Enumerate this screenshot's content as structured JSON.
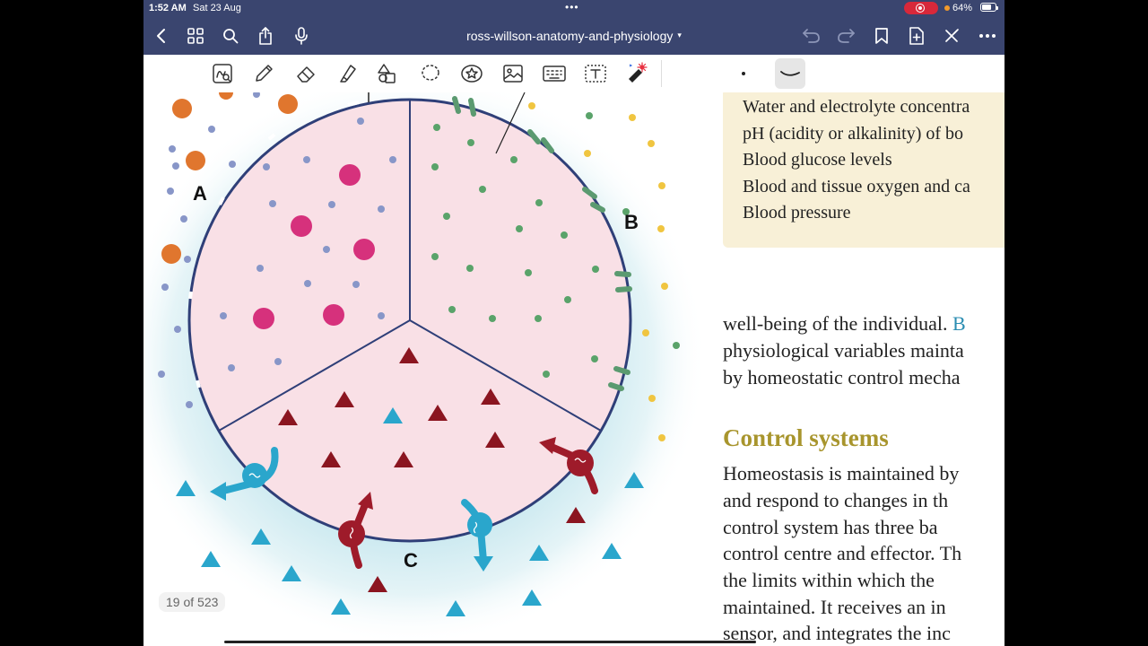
{
  "status_bar": {
    "time": "1:52 AM",
    "date": "Sat 23 Aug",
    "battery_percent": "64%",
    "recording_color": "#d8283a"
  },
  "nav": {
    "document_title": "ross-willson-anatomy-and-physiology",
    "icons": [
      "back-icon",
      "thumbnail-grid-icon",
      "search-icon",
      "share-icon",
      "microphone-icon",
      "undo-icon",
      "redo-icon",
      "bookmark-icon",
      "add-page-icon",
      "close-tools-icon",
      "more-icon"
    ]
  },
  "toolbar": {
    "tools": [
      "lasso-text-tool",
      "pen-tool",
      "eraser-tool",
      "highlighter-tool",
      "shapes-tool",
      "lasso-tool",
      "sticker-tool",
      "image-tool",
      "keyboard-tool",
      "text-box-tool",
      "laser-pointer-tool"
    ],
    "stroke_options": [
      "small-dot",
      "curve-stroke"
    ]
  },
  "figure": {
    "labels": {
      "a": "A",
      "b": "B",
      "c": "C"
    },
    "colors": {
      "compartment_fill": "#f9e0e6",
      "membrane": "#2f3f78",
      "magenta_molecule": "#d6317c",
      "orange_molecule": "#e0762e",
      "green_molecule": "#5aa36a",
      "yellow_molecule": "#f0c540",
      "dark_red_triangle": "#8b1520",
      "cyan_triangle": "#2aa6cc",
      "pump_red": "#9e1b2a",
      "pump_blue": "#2aa6cc"
    }
  },
  "page_indicator": "19 of 523",
  "info_box": {
    "items": [
      "Water and electrolyte concentra",
      "pH (acidity or alkalinity) of bo",
      "Blood glucose levels",
      "Blood and tissue oxygen and ca",
      "Blood pressure"
    ]
  },
  "body": {
    "para1_line1_start": "well-being of the individual.",
    "para1_line1_link": "B",
    "para1_line2": "physiological variables mainta",
    "para1_line3": "by homeostatic control mecha",
    "heading": "Control systems",
    "para2_lines": [
      "Homeostasis is maintained by",
      "and respond to changes in th",
      "control system has three ba",
      "control centre and effector. Th",
      "the limits within which the",
      "maintained. It receives an in",
      "sensor, and integrates the inc"
    ]
  }
}
